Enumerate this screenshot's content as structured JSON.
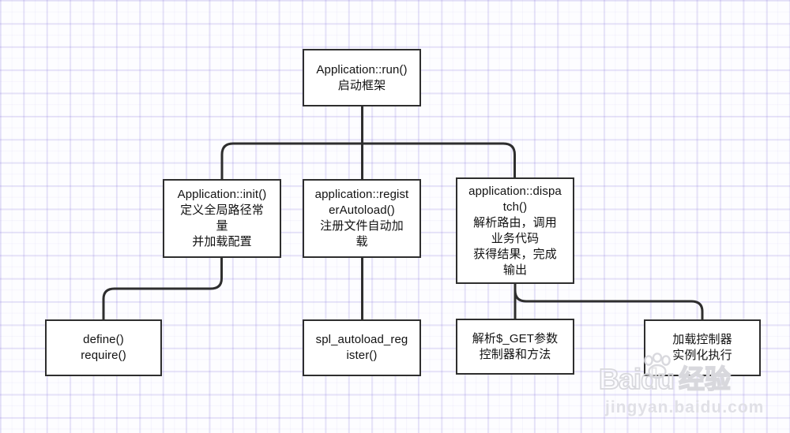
{
  "nodes": {
    "run": {
      "label": "Application::run()\n启动框架"
    },
    "init": {
      "label": "Application::init()\n定义全局路径常\n量\n并加载配置"
    },
    "register_autoload": {
      "label": "application::regist\nerAutoload()\n注册文件自动加\n载"
    },
    "dispatch": {
      "label": "application::dispa\ntch()\n解析路由，调用\n业务代码\n获得结果，完成\n输出"
    },
    "define_require": {
      "label": "define()\nrequire()"
    },
    "spl_autoload": {
      "label": "spl_autoload_reg\nister()"
    },
    "parse_get": {
      "label": "解析$_GET参数\n控制器和方法"
    },
    "load_controller": {
      "label": "加载控制器\n实例化执行"
    }
  },
  "watermark": {
    "brand": "Baidu",
    "suffix": "经验",
    "url": "jingyan.baidu.com"
  },
  "colors": {
    "line": "#2e2e2e",
    "box_border": "#2e2e2e",
    "box_fill": "#ffffff",
    "grid_major": "#e5e1f4",
    "grid_minor": "#f4f2fb",
    "watermark": "#d8d8dd"
  }
}
